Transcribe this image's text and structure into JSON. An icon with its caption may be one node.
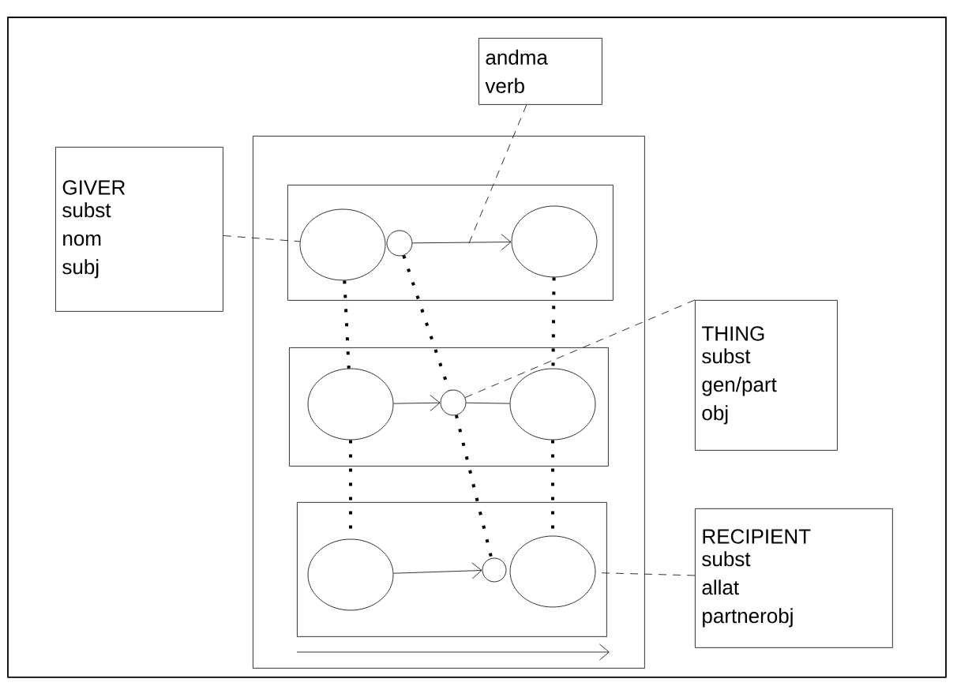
{
  "diagram": {
    "nodes": [
      {
        "text": [
          "GIVER",
          "subst nom subj"
        ]
      },
      {
        "text": [
          "andma verb"
        ]
      },
      {
        "text": [],
        "shape": "box"
      },
      {
        "text": [],
        "shape": "box",
        "in": 2
      },
      {
        "text": [],
        "shape": "box",
        "in": 2
      },
      {
        "text": [],
        "shape": "box",
        "in": 2
      },
      {
        "text": [],
        "shape": "circle",
        "in": 3
      },
      {
        "text": [],
        "shape": "circle",
        "in": 3
      },
      {
        "text": [],
        "shape": "circle",
        "in": 3
      },
      {
        "text": [],
        "shape": "circle",
        "in": 4
      },
      {
        "text": [],
        "shape": "circle",
        "in": 4
      },
      {
        "text": [],
        "shape": "circle",
        "in": 4
      },
      {
        "text": [],
        "shape": "circle",
        "in": 5
      },
      {
        "text": [],
        "shape": "circle",
        "in": 5
      },
      {
        "text": [],
        "shape": "circle",
        "in": 5
      },
      {
        "text": [
          "THING",
          "subst gen/part obj"
        ]
      },
      {
        "text": [
          "RECIPIENT",
          "subst allat partnerobj"
        ]
      }
    ],
    "edges": [
      {
        "from": 0,
        "to": 6,
        "arrow": "none",
        "style": "dashed"
      },
      {
        "from": 7,
        "to": 8,
        "arrow": "to"
      },
      {
        "from": 1,
        "to": null,
        "arrow": "none",
        "style": "dashed"
      },
      {
        "from": 9,
        "to": 10,
        "arrow": "to"
      },
      {
        "from": 10,
        "to": 11,
        "arrow": "none"
      },
      {
        "from": 15,
        "to": 10,
        "arrow": "none",
        "style": "dashed"
      },
      {
        "from": 12,
        "to": 13,
        "arrow": "to"
      },
      {
        "from": 16,
        "to": 14,
        "arrow": "none",
        "style": "dashed"
      },
      {
        "from": 6,
        "to": 9,
        "arrow": "none",
        "style": "dashed"
      },
      {
        "from": 9,
        "to": 12,
        "arrow": "none",
        "style": "dashed"
      },
      {
        "from": 7,
        "to": 10,
        "arrow": "none",
        "style": "dashed"
      },
      {
        "from": 10,
        "to": 13,
        "arrow": "none",
        "style": "dashed"
      },
      {
        "from": 8,
        "to": 11,
        "arrow": "none",
        "style": "dashed"
      },
      {
        "from": 11,
        "to": 14,
        "arrow": "none",
        "style": "dashed"
      }
    ]
  }
}
